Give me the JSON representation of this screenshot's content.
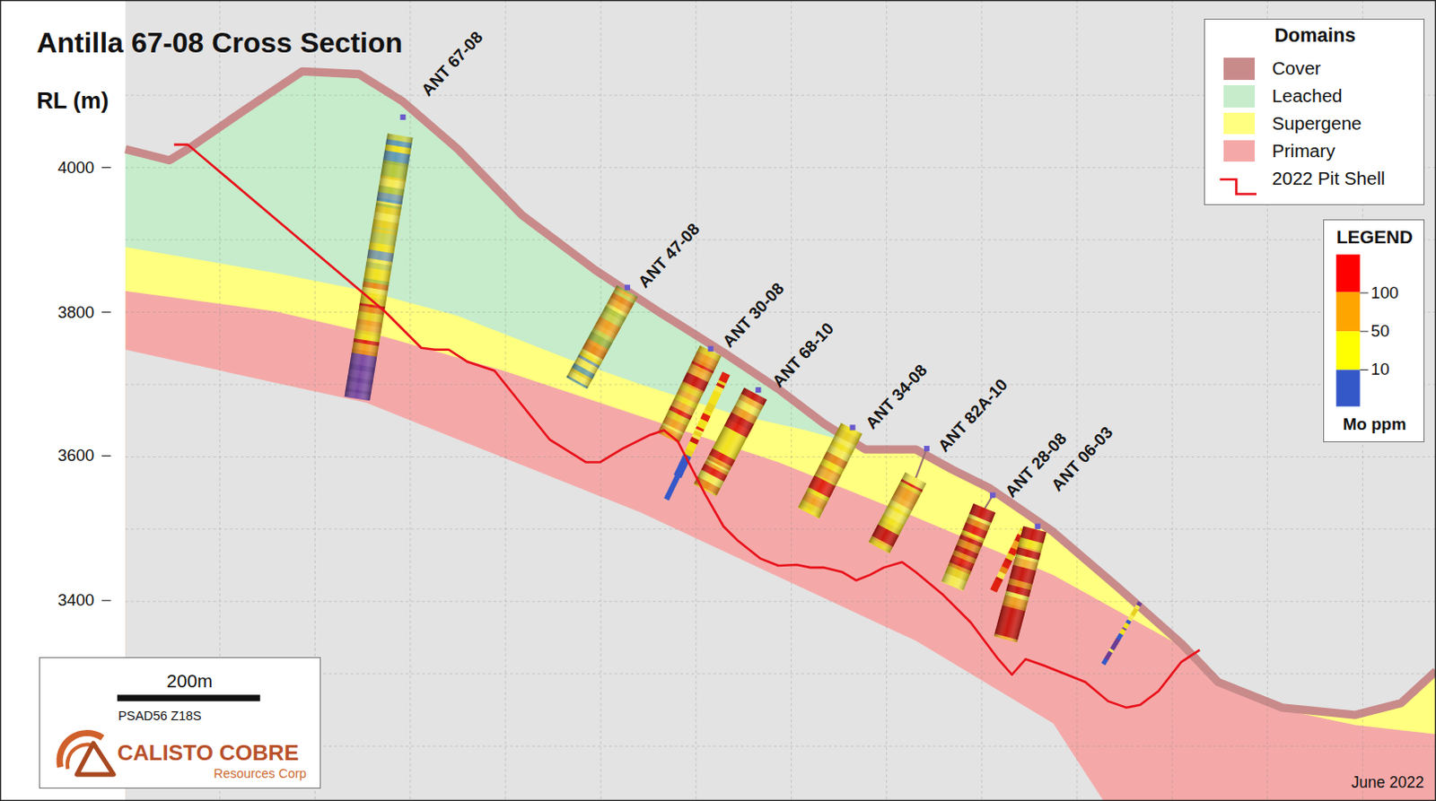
{
  "diagram": {
    "title": "Antilla 67-08 Cross Section",
    "nodes": [
      {
        "text": [
          "Domains"
        ]
      },
      {
        "text": [
          "LEGEND",
          "Mo ppm"
        ]
      },
      {
        "text": [
          "200m",
          "PSAD56 Z18S",
          "CALISTO COBRE",
          "Resources Corp"
        ]
      }
    ],
    "labels": [
      "RL (m)",
      "4000",
      "3800",
      "3600",
      "3400",
      "ANT 67-08",
      "ANT 47-08",
      "ANT 30-08",
      "ANT 68-10",
      "ANT 34-08",
      "ANT 82A-10",
      "ANT 28-08",
      "ANT 06-03",
      "100",
      "50",
      "10",
      "June 2022"
    ],
    "legend": [
      {
        "text": "Cover",
        "color": "#c98a8a"
      },
      {
        "text": "Leached",
        "color": "#c6eccb"
      },
      {
        "text": "Supergene",
        "color": "#ffff80"
      },
      {
        "text": "Primary",
        "color": "#f4a9a8"
      },
      {
        "text": "2022 Pit Shell"
      }
    ]
  }
}
